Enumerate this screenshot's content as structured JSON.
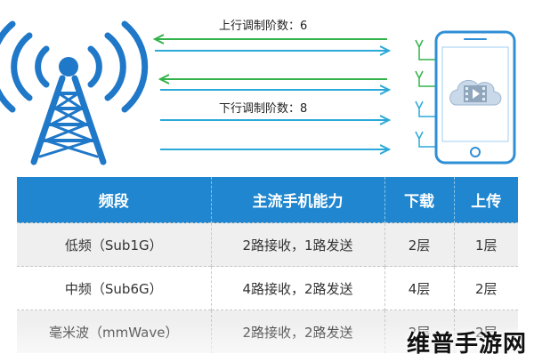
{
  "diagram": {
    "uplink_label": "上行调制阶数：6",
    "downlink_label": "下行调制阶数：8",
    "colors": {
      "uplink": "#32b34a",
      "downlink": "#2aa9d8",
      "tower": "#1f78c8",
      "phone": "#2f8fd6"
    },
    "icons": [
      "antenna-tower-icon",
      "antenna-icon",
      "phone-icon",
      "cloud-video-icon"
    ]
  },
  "table": {
    "headers": [
      "频段",
      "主流手机能力",
      "下载",
      "上传"
    ],
    "rows": [
      [
        "低频（Sub1G）",
        "2路接收，1路发送",
        "2层",
        "1层"
      ],
      [
        "中频（Sub6G）",
        "4路接收，2路发送",
        "4层",
        "2层"
      ],
      [
        "毫米波（mmWave）",
        "2路接收，2路发送",
        "2层",
        "2层"
      ]
    ]
  },
  "watermark": "维普手游网"
}
